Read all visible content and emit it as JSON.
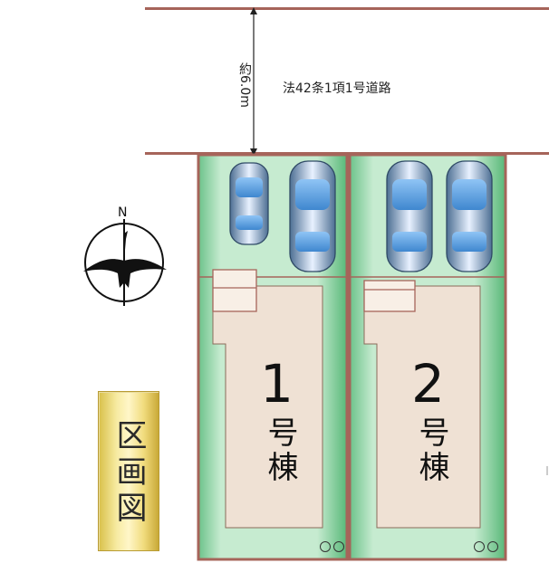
{
  "road": {
    "label": "法42条1項1号道路",
    "width_label": "約6.0m"
  },
  "compass": {
    "north_label": "N"
  },
  "lots": [
    {
      "number": "1",
      "name": "号棟",
      "parking_cars": 2
    },
    {
      "number": "2",
      "name": "号棟",
      "parking_cars": 2
    }
  ],
  "plan_title": "区画図",
  "colors": {
    "boundary": "#a6645a",
    "lot_green": "#9bd6ab",
    "building": "#efe1d4",
    "sign_gold": "#e8d26a"
  }
}
